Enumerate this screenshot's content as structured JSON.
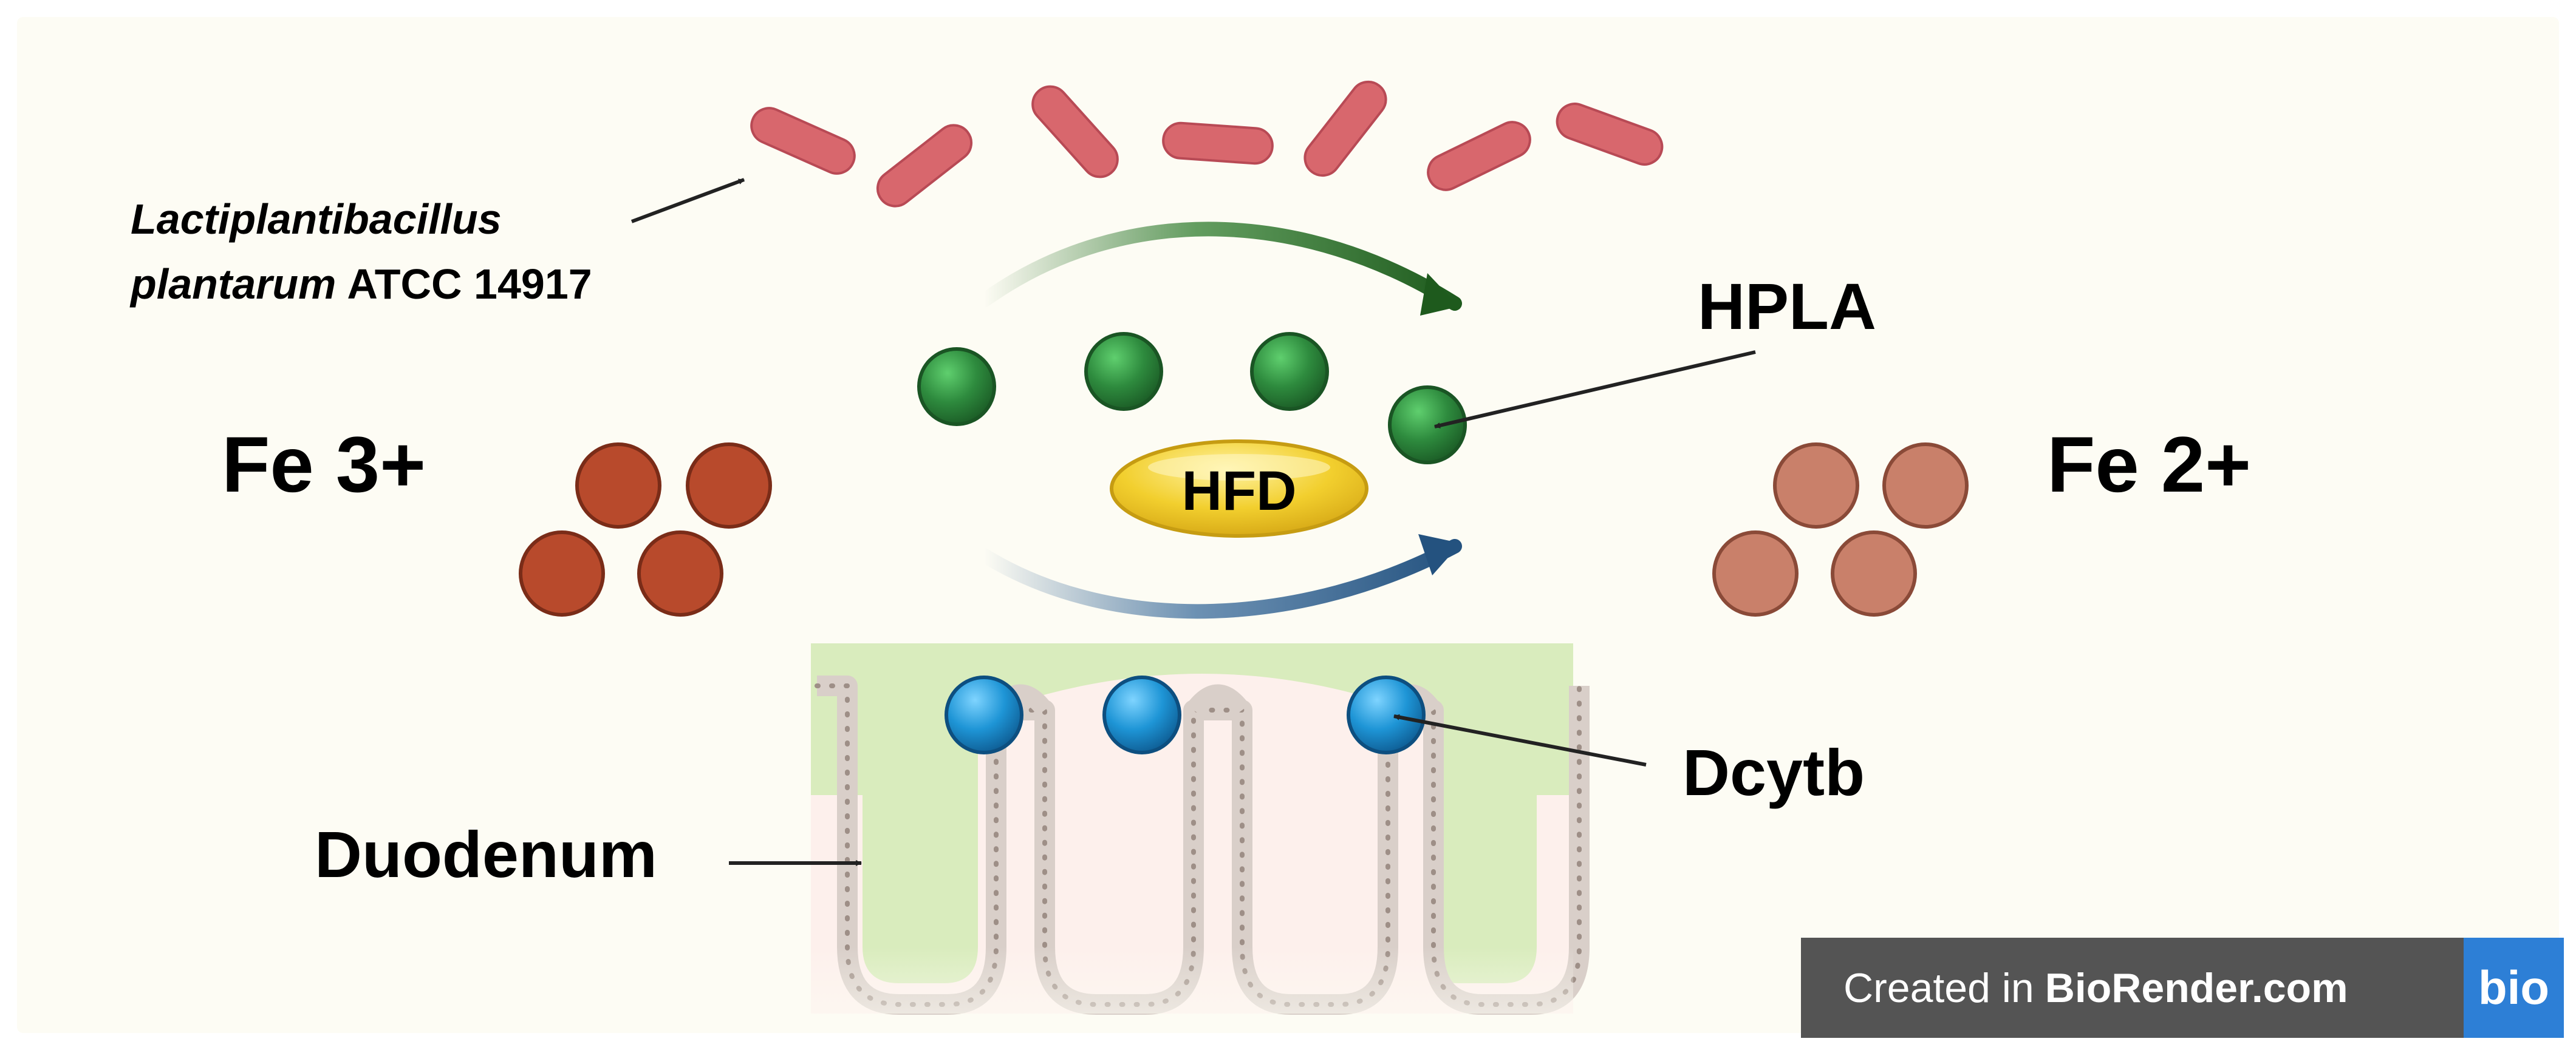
{
  "labels": {
    "bacteria_genus": "Lactiplantibacillus",
    "bacteria_species": "plantarum",
    "bacteria_strain": "ATCC 14917",
    "hpla": "HPLA",
    "fe3": "Fe 3+",
    "fe2": "Fe 2+",
    "hfd": "HFD",
    "dcytb": "Dcytb",
    "duodenum": "Duodenum"
  },
  "badge": {
    "prefix": "Created in",
    "brand": "BioRender.com",
    "logo": "bio"
  },
  "colors": {
    "background": "#fdfcf4",
    "bacteria": "#d8676d",
    "hpla": "#2e8b3e",
    "fe3": "#b84a2c",
    "fe2": "#c9806a",
    "hfd": "#f2cf2e",
    "dcytb": "#1e95d6",
    "villus_fill": "#d9ecbd",
    "villus_wall": "#d9cfc9",
    "arrow_green": "#276b26",
    "arrow_blue": "#2f5f8f"
  },
  "icons": {
    "bacteria": "rod-bacterium-icon",
    "hpla": "green-sphere-icon",
    "iron": "iron-ion-sphere-icon",
    "dcytb": "blue-transporter-sphere-icon"
  }
}
